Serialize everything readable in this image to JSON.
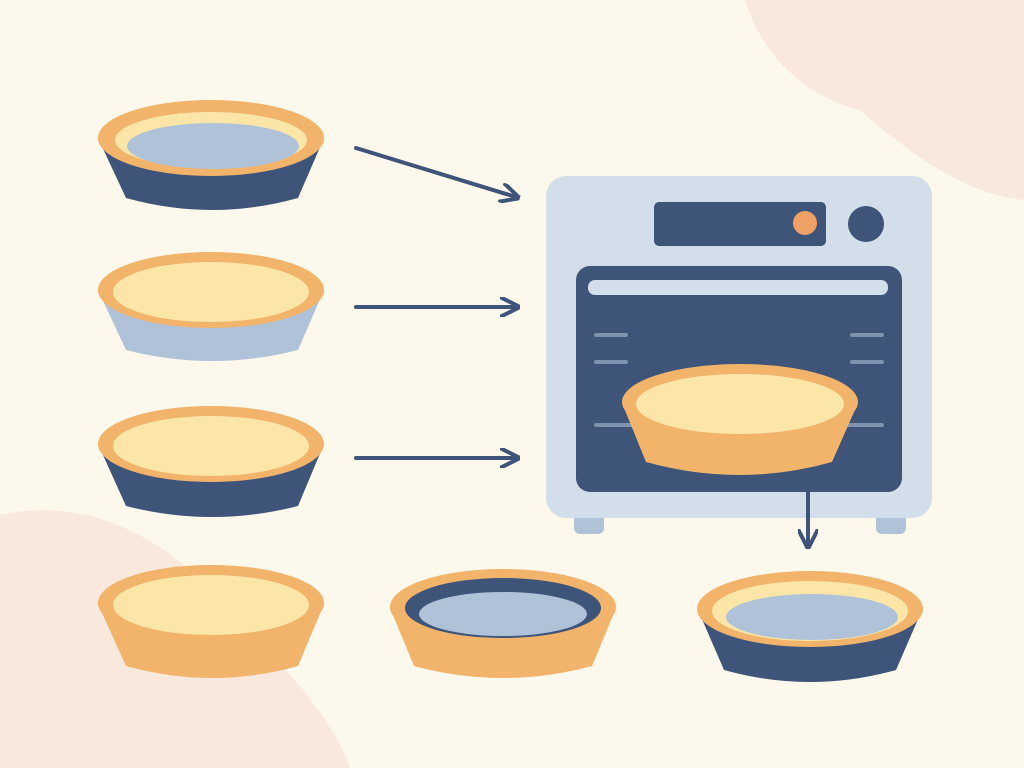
{
  "scene": {
    "background": "#FCF8EC",
    "blob_color": "#F9E8DC",
    "pan_dark": "#3E5478",
    "pan_light": "#AFC2D8",
    "crust": "#F2B36B",
    "dough": "#FBE6A8",
    "oven_body": "#D2DEE9",
    "oven_window": "#3E5478",
    "oven_knob": "#EFA064"
  },
  "steps": [
    {
      "name": "empty-dark-tart-pan"
    },
    {
      "name": "dough-in-light-pan"
    },
    {
      "name": "dough-in-dark-pan"
    },
    {
      "name": "tart-shell-in-oven"
    },
    {
      "name": "unbaked-shell-out-of-pan"
    },
    {
      "name": "shell-with-blue-filling"
    },
    {
      "name": "baked-shell-in-dark-pan"
    }
  ]
}
